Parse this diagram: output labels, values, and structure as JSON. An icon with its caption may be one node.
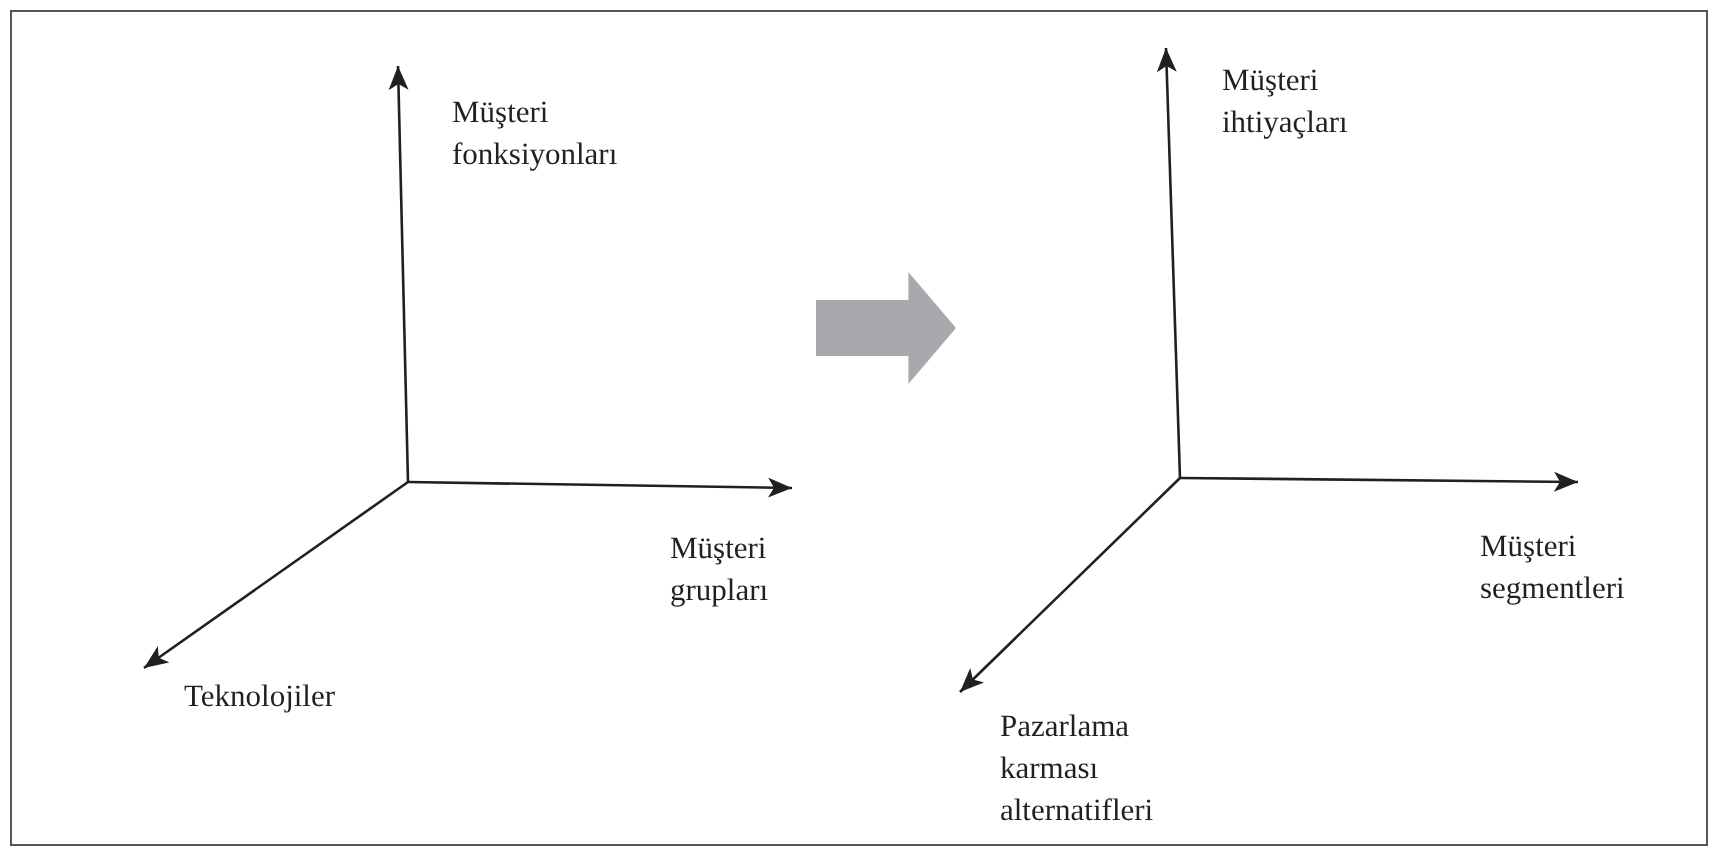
{
  "diagram": {
    "nodes": [
      {
        "text": [
          "Müşteri fonksiyonları",
          "Müşteri grupları",
          "Teknolojiler"
        ]
      },
      {
        "text": [
          "Müşteri ihtiyaçları",
          "Müşteri segmentleri",
          "Pazarlama karması alternatifleri"
        ]
      }
    ],
    "edges": [
      {
        "from": 0,
        "to": 1,
        "arrow": "to",
        "style": "thick",
        "color": "#a7a9ac"
      }
    ]
  }
}
